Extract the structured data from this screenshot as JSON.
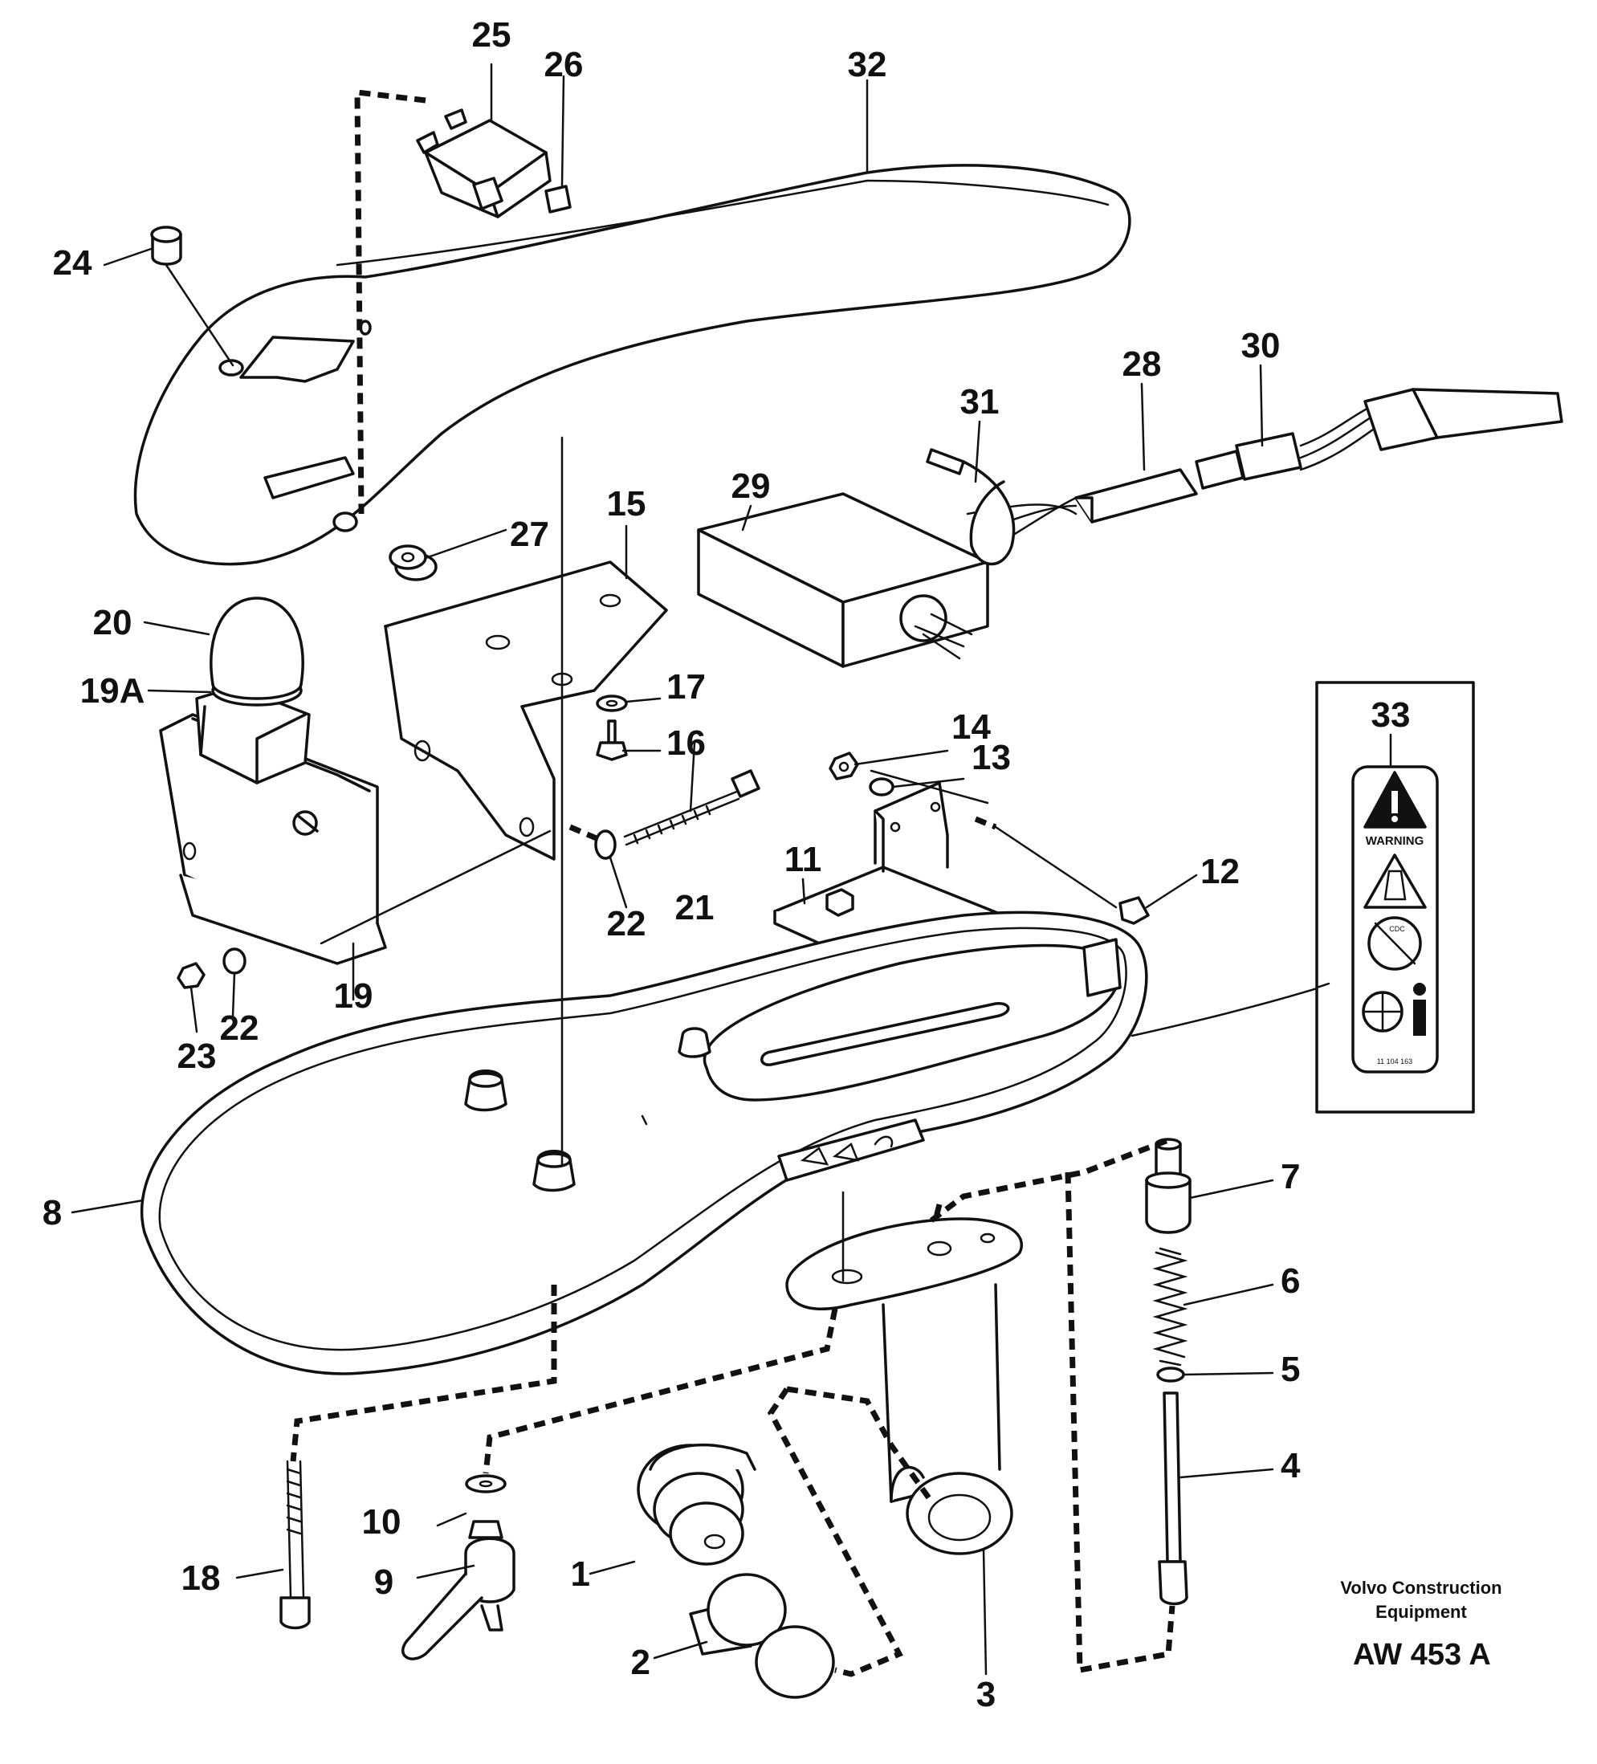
{
  "callouts": {
    "c1": "1",
    "c2": "2",
    "c3": "3",
    "c4": "4",
    "c5": "5",
    "c6": "6",
    "c7": "7",
    "c8": "8",
    "c9": "9",
    "c10": "10",
    "c11": "11",
    "c12": "12",
    "c13": "13",
    "c14": "14",
    "c15": "15",
    "c16": "16",
    "c17": "17",
    "c18": "18",
    "c19": "19",
    "c19a": "19A",
    "c20": "20",
    "c21": "21",
    "c22a": "22",
    "c22b": "22",
    "c23": "23",
    "c24": "24",
    "c25": "25",
    "c26": "26",
    "c27": "27",
    "c28": "28",
    "c29": "29",
    "c30": "30",
    "c31": "31",
    "c32": "32",
    "c33": "33"
  },
  "decal": {
    "warning_word": "WARNING",
    "cdc_word": "CDC",
    "part_number": "11 104 163"
  },
  "caption": {
    "line1": "Volvo Construction",
    "line2": "Equipment",
    "code": "AW 453 A"
  },
  "colors": {
    "ink": "#111111",
    "paper": "#ffffff"
  }
}
